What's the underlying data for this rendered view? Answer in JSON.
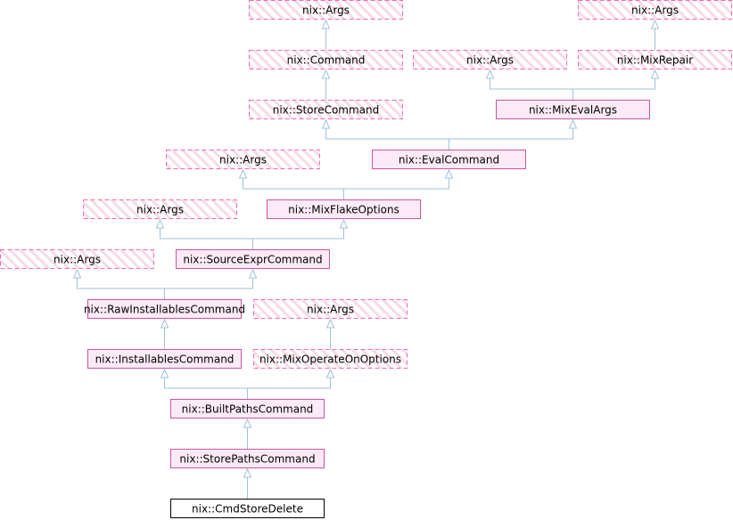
{
  "colors": {
    "edge": "#9fc3d8",
    "normal_fill": "#fcebf6",
    "normal_stroke": "#c9559e",
    "dashed_stroke": "#f06ab0",
    "hatch": "#f7dbe8",
    "main_fill": "#ffffff",
    "main_stroke": "#000000"
  },
  "nodes": [
    {
      "id": "args1",
      "label": "nix::Args",
      "style": "dashed"
    },
    {
      "id": "args2",
      "label": "nix::Args",
      "style": "dashed"
    },
    {
      "id": "command",
      "label": "nix::Command",
      "style": "dashed"
    },
    {
      "id": "args3",
      "label": "nix::Args",
      "style": "dashed"
    },
    {
      "id": "mixrepair",
      "label": "nix::MixRepair",
      "style": "dashed"
    },
    {
      "id": "storecommand",
      "label": "nix::StoreCommand",
      "style": "dashed"
    },
    {
      "id": "mixevalargs",
      "label": "nix::MixEvalArgs",
      "style": "normal"
    },
    {
      "id": "args4",
      "label": "nix::Args",
      "style": "dashed"
    },
    {
      "id": "evalcommand",
      "label": "nix::EvalCommand",
      "style": "normal"
    },
    {
      "id": "args5",
      "label": "nix::Args",
      "style": "dashed"
    },
    {
      "id": "mixflakeoptions",
      "label": "nix::MixFlakeOptions",
      "style": "normal"
    },
    {
      "id": "args6",
      "label": "nix::Args",
      "style": "dashed"
    },
    {
      "id": "sourceexprcommand",
      "label": "nix::SourceExprCommand",
      "style": "normal"
    },
    {
      "id": "rawinstallablescommand",
      "label": "nix::RawInstallablesCommand",
      "style": "normal"
    },
    {
      "id": "args7",
      "label": "nix::Args",
      "style": "dashed"
    },
    {
      "id": "installablescommand",
      "label": "nix::InstallablesCommand",
      "style": "normal"
    },
    {
      "id": "mixoperateonoptions",
      "label": "nix::MixOperateOnOptions",
      "style": "dashed"
    },
    {
      "id": "builtpathscommand",
      "label": "nix::BuiltPathsCommand",
      "style": "normal"
    },
    {
      "id": "storepathscommand",
      "label": "nix::StorePathsCommand",
      "style": "normal"
    },
    {
      "id": "cmdstoredelete",
      "label": "nix::CmdStoreDelete",
      "style": "main"
    }
  ],
  "edges": [
    {
      "from": "command",
      "to": "args1"
    },
    {
      "from": "mixrepair",
      "to": "args2"
    },
    {
      "from": "storecommand",
      "to": "command"
    },
    {
      "from": "mixevalargs",
      "to": "args3"
    },
    {
      "from": "mixevalargs",
      "to": "mixrepair"
    },
    {
      "from": "evalcommand",
      "to": "storecommand"
    },
    {
      "from": "evalcommand",
      "to": "mixevalargs"
    },
    {
      "from": "mixflakeoptions",
      "to": "args4"
    },
    {
      "from": "mixflakeoptions",
      "to": "evalcommand"
    },
    {
      "from": "sourceexprcommand",
      "to": "args5"
    },
    {
      "from": "sourceexprcommand",
      "to": "mixflakeoptions"
    },
    {
      "from": "rawinstallablescommand",
      "to": "args6"
    },
    {
      "from": "rawinstallablescommand",
      "to": "sourceexprcommand"
    },
    {
      "from": "installablescommand",
      "to": "rawinstallablescommand"
    },
    {
      "from": "mixoperateonoptions",
      "to": "args7"
    },
    {
      "from": "builtpathscommand",
      "to": "installablescommand"
    },
    {
      "from": "builtpathscommand",
      "to": "mixoperateonoptions"
    },
    {
      "from": "storepathscommand",
      "to": "builtpathscommand"
    },
    {
      "from": "cmdstoredelete",
      "to": "storepathscommand"
    }
  ]
}
